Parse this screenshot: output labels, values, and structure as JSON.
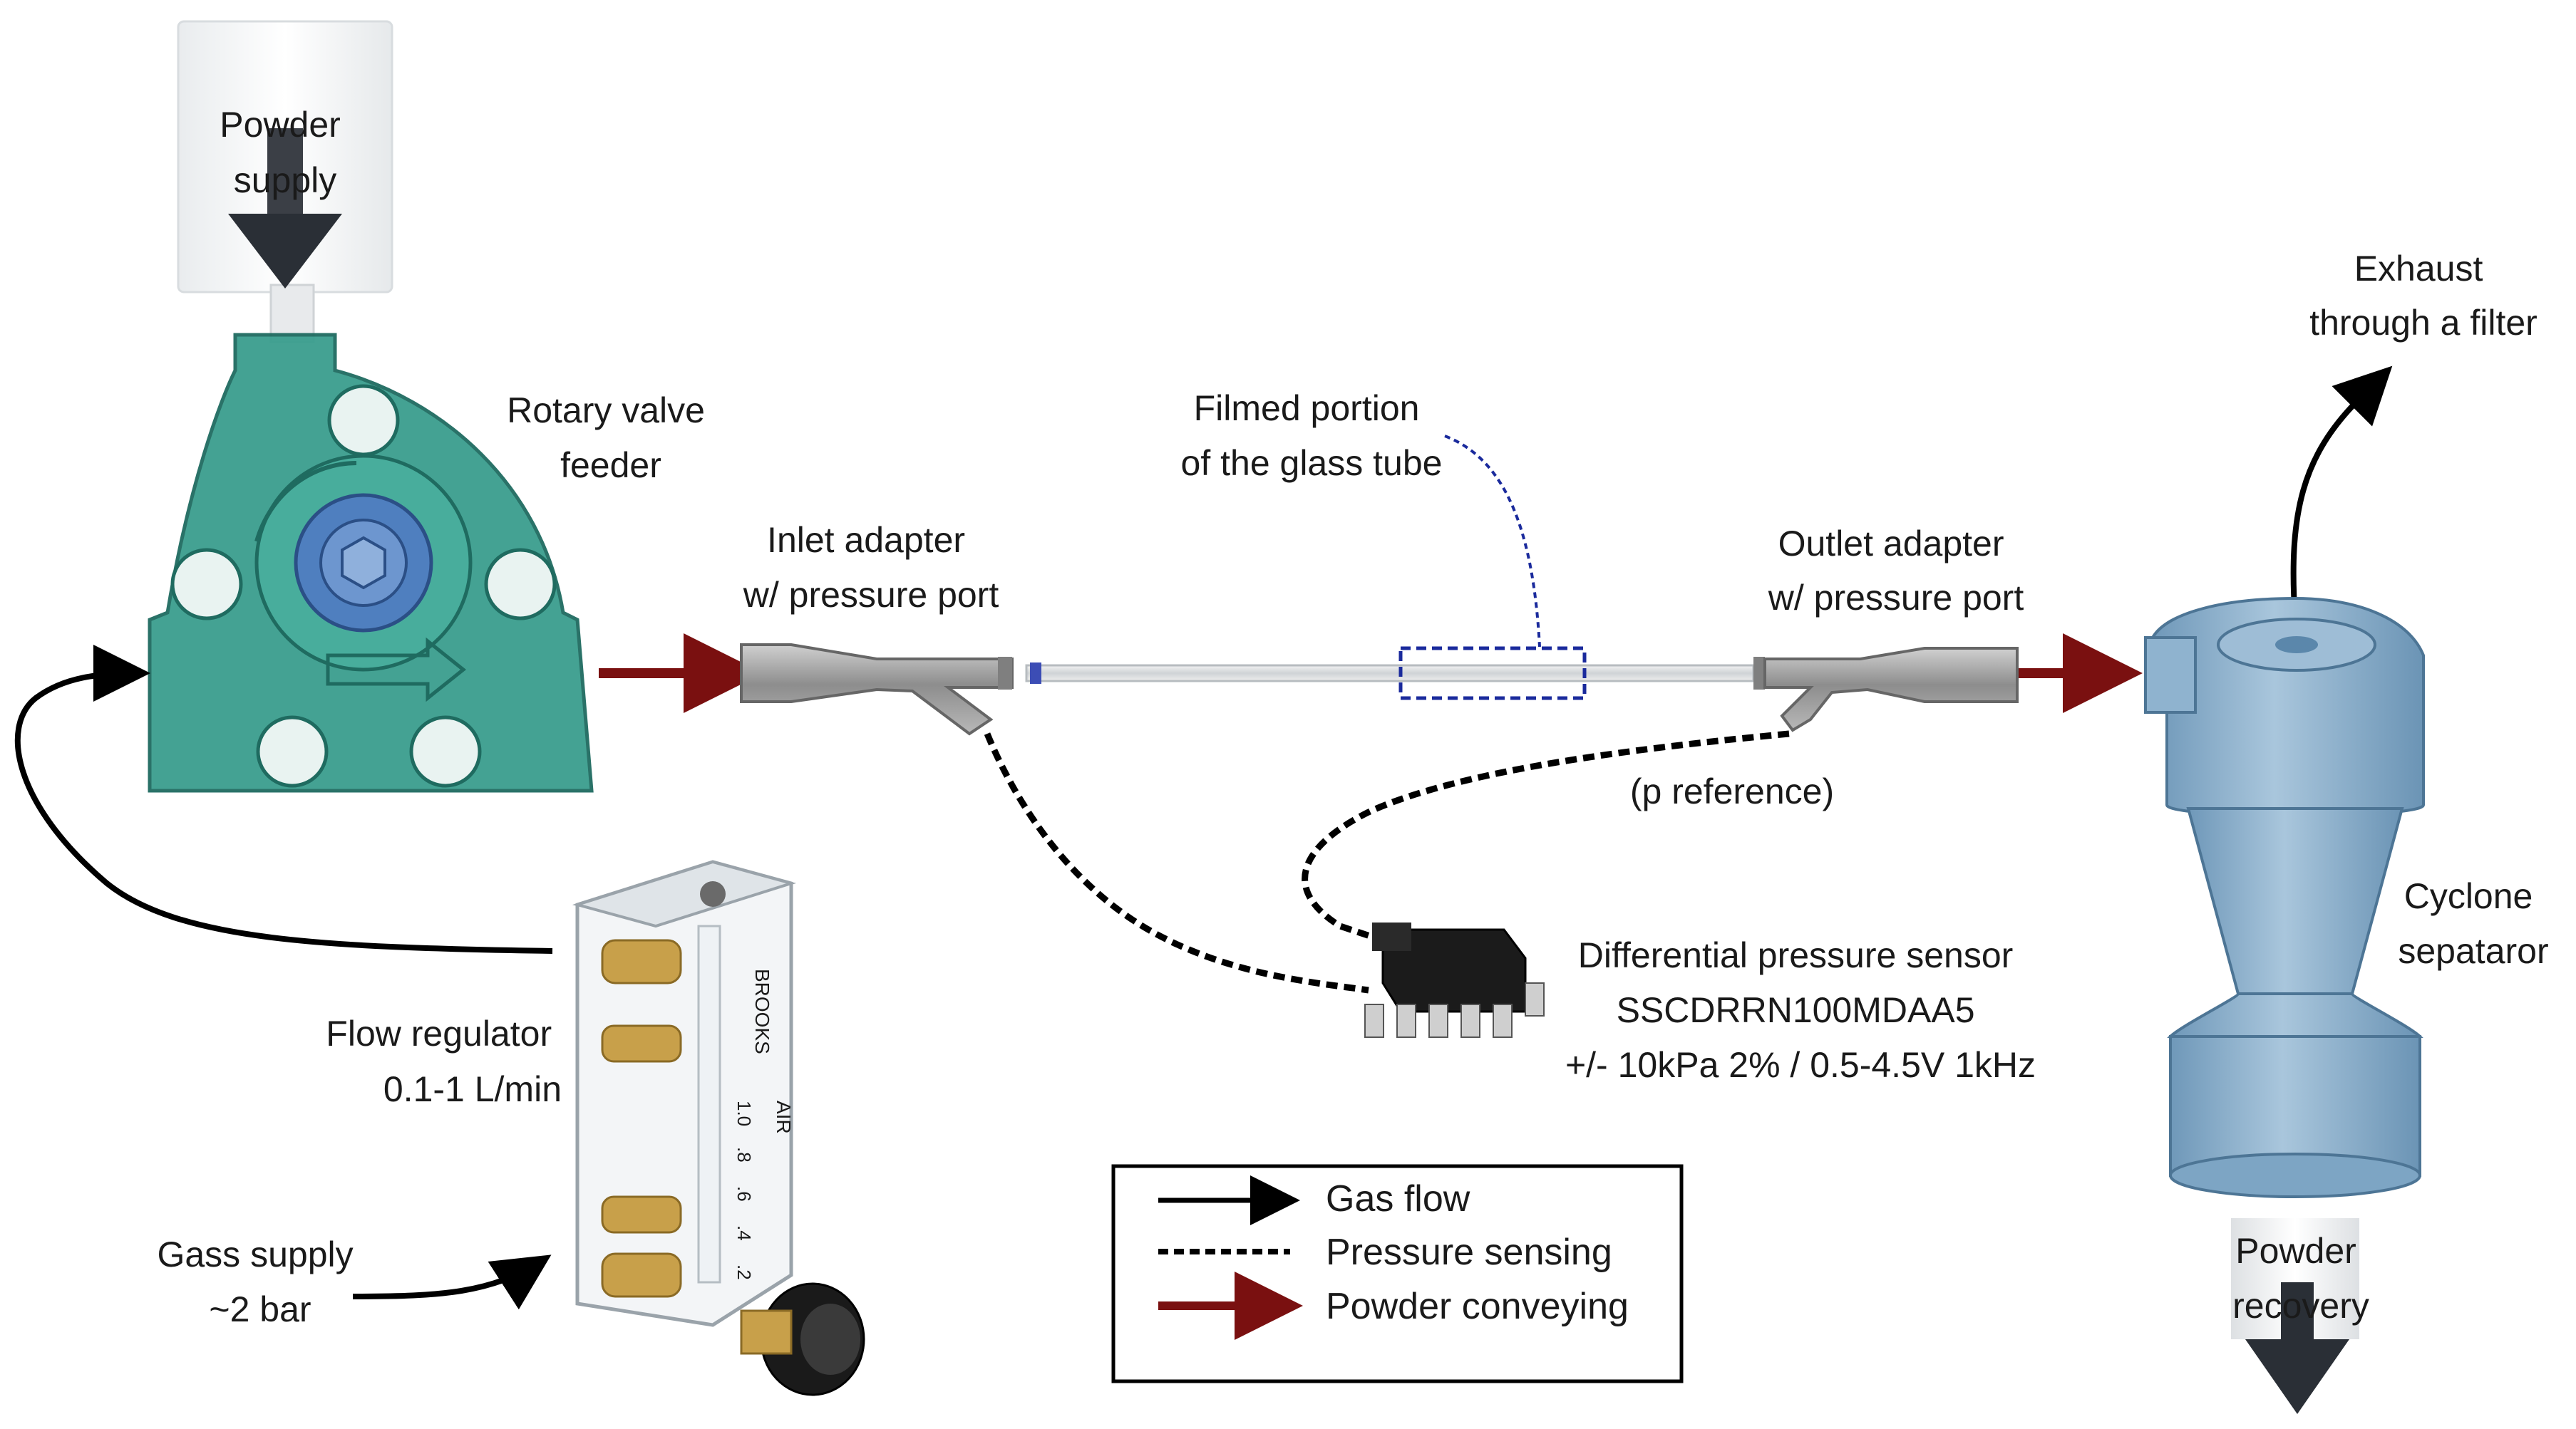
{
  "labels": {
    "powder_supply": [
      "Powder",
      "supply"
    ],
    "rotary_valve": [
      "Rotary valve",
      "feeder"
    ],
    "inlet_adapter": [
      "Inlet adapter",
      "w/ pressure port"
    ],
    "filmed_portion": [
      "Filmed portion",
      "of the glass tube"
    ],
    "outlet_adapter": [
      "Outlet adapter",
      "w/ pressure port"
    ],
    "exhaust": [
      "Exhaust",
      "through a filter"
    ],
    "p_reference": "(p reference)",
    "cyclone": [
      "Cyclone",
      "sepataror"
    ],
    "diff_sensor": [
      "Differential pressure sensor",
      "SSCDRRN100MDAA5",
      "+/- 10kPa 2% / 0.5-4.5V 1kHz"
    ],
    "flow_regulator": [
      "Flow regulator",
      "0.1-1 L/min"
    ],
    "gas_supply": [
      "Gass supply",
      "~2 bar"
    ],
    "powder_recovery": [
      "Powder",
      "recovery"
    ]
  },
  "legend": {
    "items": [
      {
        "label": "Gas flow",
        "style": "solid-arrow"
      },
      {
        "label": "Pressure sensing",
        "style": "dashed"
      },
      {
        "label": "Powder conveying",
        "style": "red-arrow"
      }
    ]
  },
  "flow_meter_text": {
    "brand": "BROOKS",
    "scale": [
      "1.0",
      ".8",
      ".6",
      ".4",
      ".2"
    ],
    "medium": "AIR"
  },
  "colors": {
    "feeder_teal": "#3a9e8e",
    "cyclone_blue": "#7ea9c9",
    "powder_arrow": "#7a1010",
    "gas_arrow": "#000000",
    "filmed_box": "#1a2a9c",
    "supply_arrow": "#2a2f36"
  }
}
